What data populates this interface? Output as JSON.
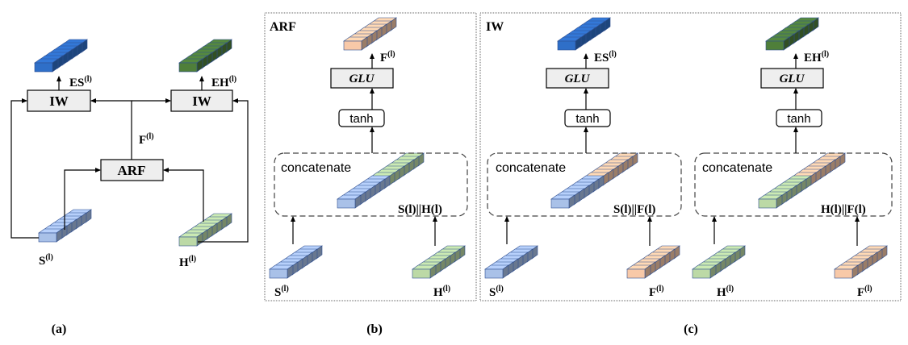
{
  "colors": {
    "s_tensor": "#a9c1e8",
    "h_tensor": "#bcd9a6",
    "f_tensor": "#f8c9a8",
    "es_tensor": "#2f6fc8",
    "eh_tensor": "#4f7f3a",
    "edge": "#2f4f8f",
    "box_fill": "#eeeeee"
  },
  "panel_a": {
    "caption": "(a)",
    "iw_left": "IW",
    "iw_right": "IW",
    "arf": "ARF",
    "es_label": "ES",
    "eh_label": "EH",
    "f_label": "F",
    "s_label": "S",
    "h_label": "H",
    "sup": "(l)"
  },
  "panel_b": {
    "caption": "(b)",
    "title": "ARF",
    "glu": "GLU",
    "tanh": "tanh",
    "concatenate": "concatenate",
    "out_label": "F",
    "concat_label": "S(l)||H(l)",
    "in_left_label": "S",
    "in_right_label": "H",
    "sup": "(l)"
  },
  "panel_c": {
    "caption": "(c)",
    "title": "IW",
    "left": {
      "glu": "GLU",
      "tanh": "tanh",
      "concatenate": "concatenate",
      "out_label": "ES",
      "concat_label": "S(l)||F(l)",
      "in_left_label": "S",
      "in_right_label": "F",
      "sup": "(l)"
    },
    "right": {
      "glu": "GLU",
      "tanh": "tanh",
      "concatenate": "concatenate",
      "out_label": "EH",
      "concat_label": "H(l)||F(l)",
      "in_left_label": "H",
      "in_right_label": "F",
      "sup": "(l)"
    }
  }
}
